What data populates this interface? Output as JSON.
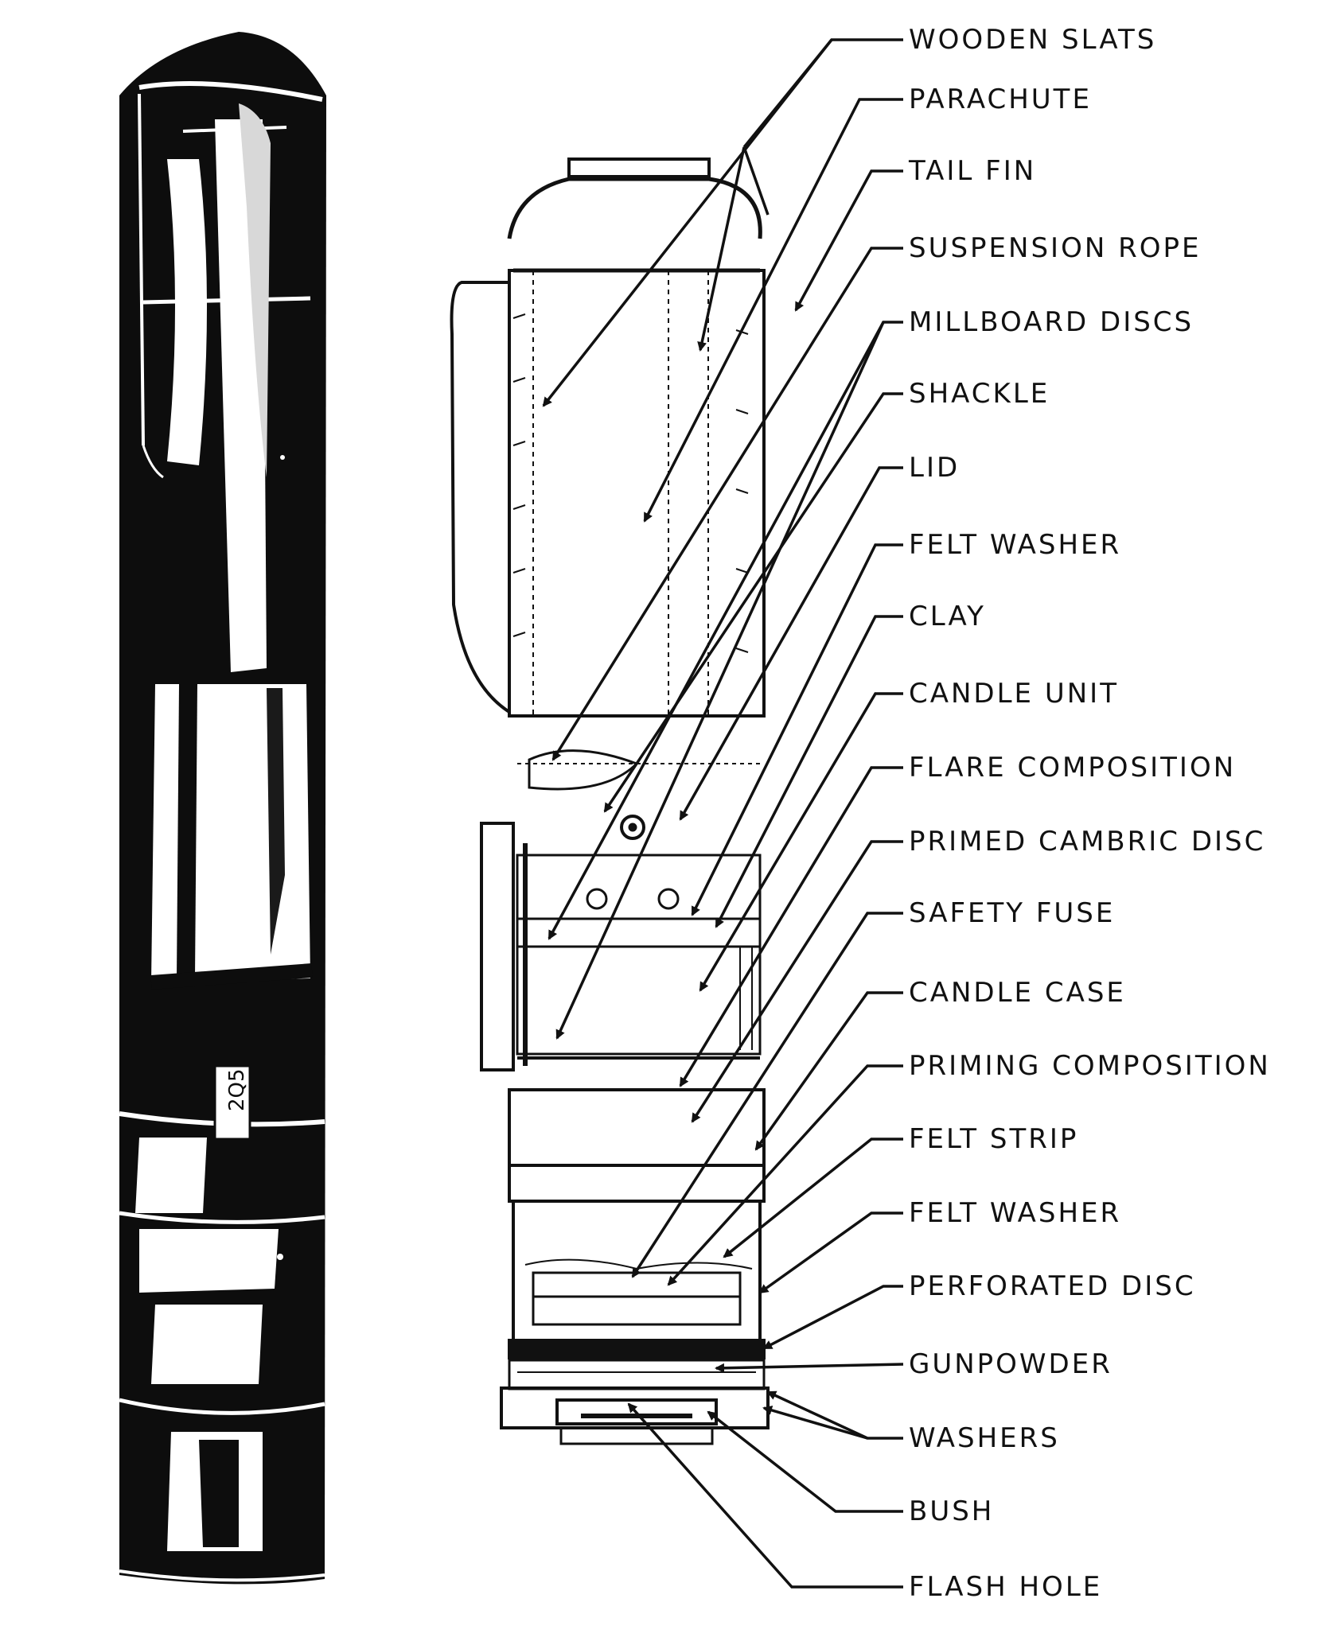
{
  "colors": {
    "ink": "#111111",
    "paper": "#ffffff"
  },
  "labels": [
    "WOODEN SLATS",
    "PARACHUTE",
    "TAIL FIN",
    "SUSPENSION ROPE",
    "MILLBOARD DISCS",
    "SHACKLE",
    "LID",
    "FELT WASHER",
    "CLAY",
    "CANDLE UNIT",
    "FLARE COMPOSITION",
    "PRIMED CAMBRIC DISC",
    "SAFETY FUSE",
    "CANDLE CASE",
    "PRIMING COMPOSITION",
    "FELT STRIP",
    "FELT WASHER",
    "PERFORATED DISC",
    "GUNPOWDER",
    "WASHERS",
    "BUSH",
    "FLASH HOLE"
  ]
}
